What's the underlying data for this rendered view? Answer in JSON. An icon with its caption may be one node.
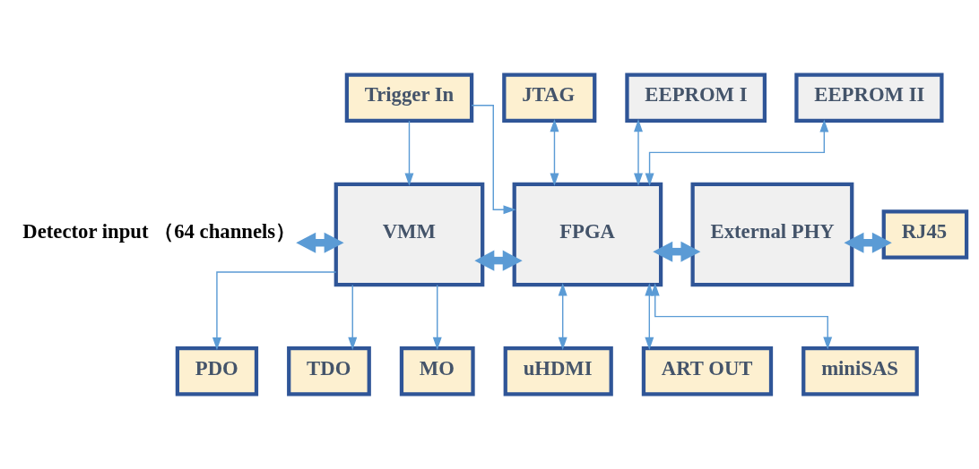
{
  "diagram": {
    "nodes": [
      {
        "text": [
          "Trigger In"
        ]
      },
      {
        "text": [
          "JTAG"
        ]
      },
      {
        "text": [
          "EEPROM I"
        ]
      },
      {
        "text": [
          "EEPROM II"
        ]
      },
      {
        "text": [
          "Detector input （64 channels）"
        ]
      },
      {
        "text": [
          "VMM"
        ]
      },
      {
        "text": [
          "FPGA"
        ]
      },
      {
        "text": [
          "External PHY"
        ]
      },
      {
        "text": [
          "RJ45"
        ]
      },
      {
        "text": [
          "PDO"
        ]
      },
      {
        "text": [
          "TDO"
        ]
      },
      {
        "text": [
          "MO"
        ]
      },
      {
        "text": [
          "uHDMI"
        ]
      },
      {
        "text": [
          "ART OUT"
        ]
      },
      {
        "text": [
          "miniSAS"
        ]
      }
    ],
    "edges": [
      {
        "from": 0,
        "to": 5,
        "arrow": "to"
      },
      {
        "from": 0,
        "to": 6,
        "arrow": "to"
      },
      {
        "from": 6,
        "to": 1,
        "arrow": "both"
      },
      {
        "from": 6,
        "to": 2,
        "arrow": "both"
      },
      {
        "from": 6,
        "to": 3,
        "arrow": "both"
      },
      {
        "from": 4,
        "to": 5,
        "arrow": "both",
        "style": "thick"
      },
      {
        "from": 5,
        "to": 6,
        "arrow": "both",
        "style": "thick"
      },
      {
        "from": 6,
        "to": 7,
        "arrow": "both",
        "style": "thick"
      },
      {
        "from": 7,
        "to": 8,
        "arrow": "both",
        "style": "thick"
      },
      {
        "from": 5,
        "to": 9,
        "arrow": "to"
      },
      {
        "from": 5,
        "to": 10,
        "arrow": "to"
      },
      {
        "from": 5,
        "to": 11,
        "arrow": "to"
      },
      {
        "from": 6,
        "to": 12,
        "arrow": "both"
      },
      {
        "from": 6,
        "to": 13,
        "arrow": "both"
      },
      {
        "from": 6,
        "to": 14,
        "arrow": "both"
      }
    ]
  }
}
